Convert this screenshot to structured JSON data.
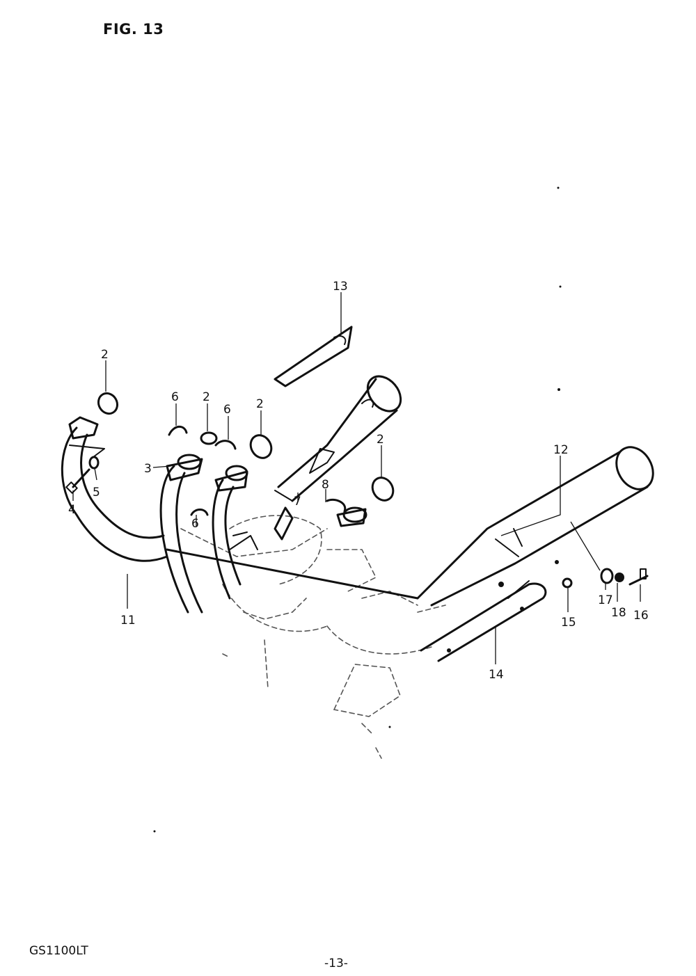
{
  "header": {
    "figure_label": "FIG. 13"
  },
  "footer": {
    "model": "GS1100LT",
    "page_number": "-13-"
  },
  "callouts": {
    "c2a": "2",
    "c2b": "2",
    "c2c": "2",
    "c2d": "2",
    "c3": "3",
    "c4": "4",
    "c5": "5",
    "c6a": "6",
    "c6b": "6",
    "c6c": "6",
    "c7": "7",
    "c8": "8",
    "c11": "11",
    "c12": "12",
    "c13": "13",
    "c14": "14",
    "c15": "15",
    "c16": "16",
    "c17": "17",
    "c18": "18"
  }
}
